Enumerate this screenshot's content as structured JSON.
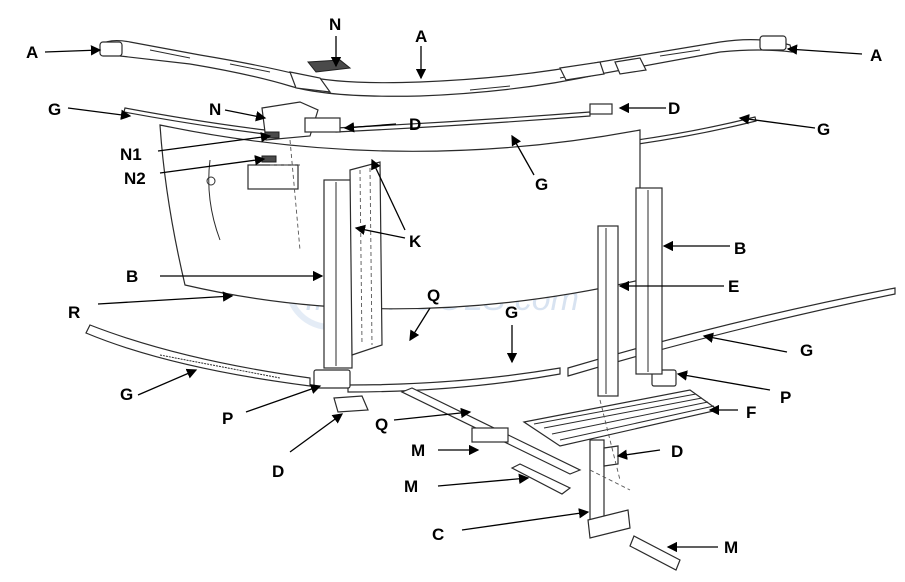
{
  "labels": {
    "A": "A",
    "B": "B",
    "C": "C",
    "D": "D",
    "E": "E",
    "F": "F",
    "G": "G",
    "K": "K",
    "M": "M",
    "N": "N",
    "N1": "N1",
    "N2": "N2",
    "P": "P",
    "Q": "Q",
    "R": "R"
  },
  "watermark": "INYOPOOLS.com",
  "colors": {
    "line": "#2b2b2b",
    "text": "#000000",
    "watermark": "#b9cde6"
  }
}
